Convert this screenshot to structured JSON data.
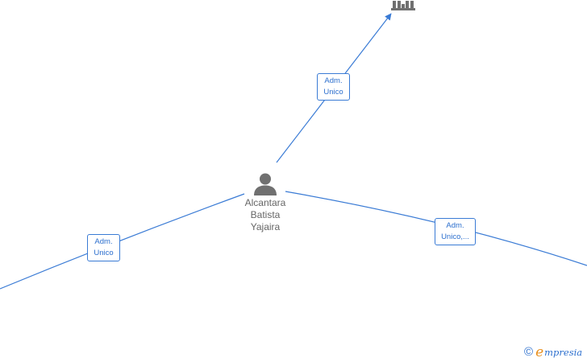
{
  "colors": {
    "edge": "#3a7bd5",
    "label_text": "#2c6fce",
    "node_icon": "#707070",
    "node_text": "#666666",
    "brand_orange": "#e8901f",
    "brand_blue": "#2c6fce"
  },
  "center_node": {
    "type": "person",
    "icon": "person-icon",
    "name_lines": [
      "Alcantara",
      "Batista",
      "Yajaira"
    ]
  },
  "company_node": {
    "type": "company",
    "icon": "building-icon"
  },
  "edges": [
    {
      "id": "top",
      "label_lines": [
        "Adm.",
        "Unico"
      ]
    },
    {
      "id": "left",
      "label_lines": [
        "Adm.",
        "Unico"
      ]
    },
    {
      "id": "right",
      "label_lines": [
        "Adm.",
        "Unico,..."
      ]
    }
  ],
  "watermark": {
    "symbol": "©",
    "brand_initial": "e",
    "brand_rest": "mpresia"
  }
}
